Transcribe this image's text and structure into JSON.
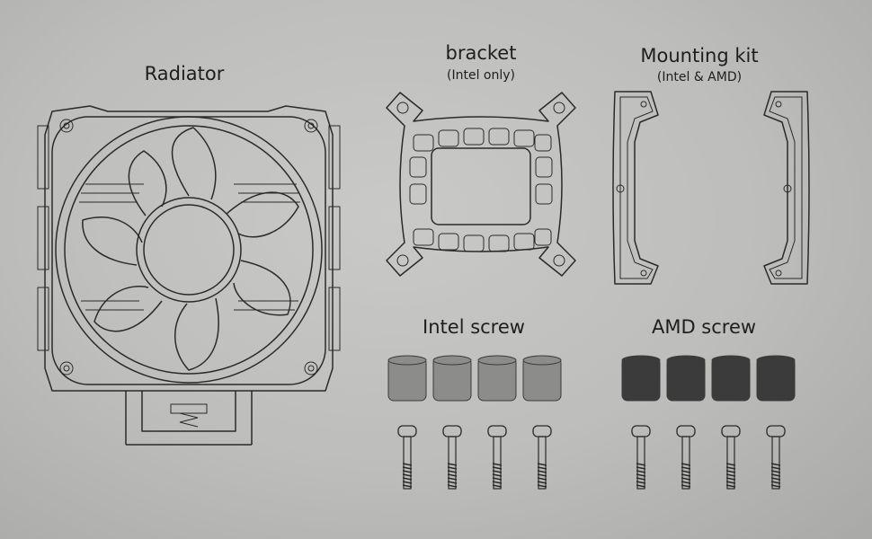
{
  "radiator": {
    "title": "Radiator"
  },
  "bracket": {
    "title": "bracket",
    "subtitle": "(Intel only)"
  },
  "mounting_kit": {
    "title": "Mounting kit",
    "subtitle": "(Intel & AMD)"
  },
  "intel_screw": {
    "title": "Intel screw",
    "spacer_color": "#8c8c8a"
  },
  "amd_screw": {
    "title": "AMD screw",
    "spacer_color": "#3b3b3b"
  },
  "icons": [
    "radiator-fan-icon",
    "bracket-icon",
    "mounting-rail-icon",
    "spacer-icon",
    "screw-icon"
  ]
}
